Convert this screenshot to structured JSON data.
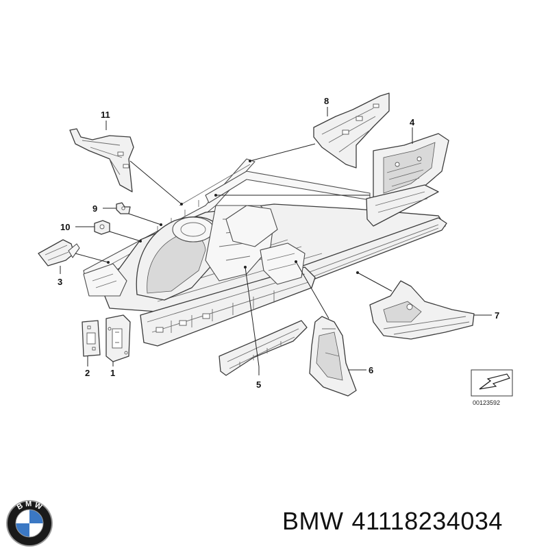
{
  "diagram": {
    "callouts": {
      "c1": "1",
      "c2": "2",
      "c3": "3",
      "c4": "4",
      "c5": "5",
      "c6": "6",
      "c7": "7",
      "c8": "8",
      "c9": "9",
      "c10": "10",
      "c11": "11"
    },
    "reference_number": "00123592"
  },
  "caption": {
    "brand": "BMW",
    "part_number": "41118234034"
  },
  "logo": {
    "lettering": "BMW",
    "colors": {
      "ring": "#1a1a1a",
      "blue": "#3b78c4",
      "white": "#ffffff",
      "rim": "#9a9a9a"
    }
  }
}
